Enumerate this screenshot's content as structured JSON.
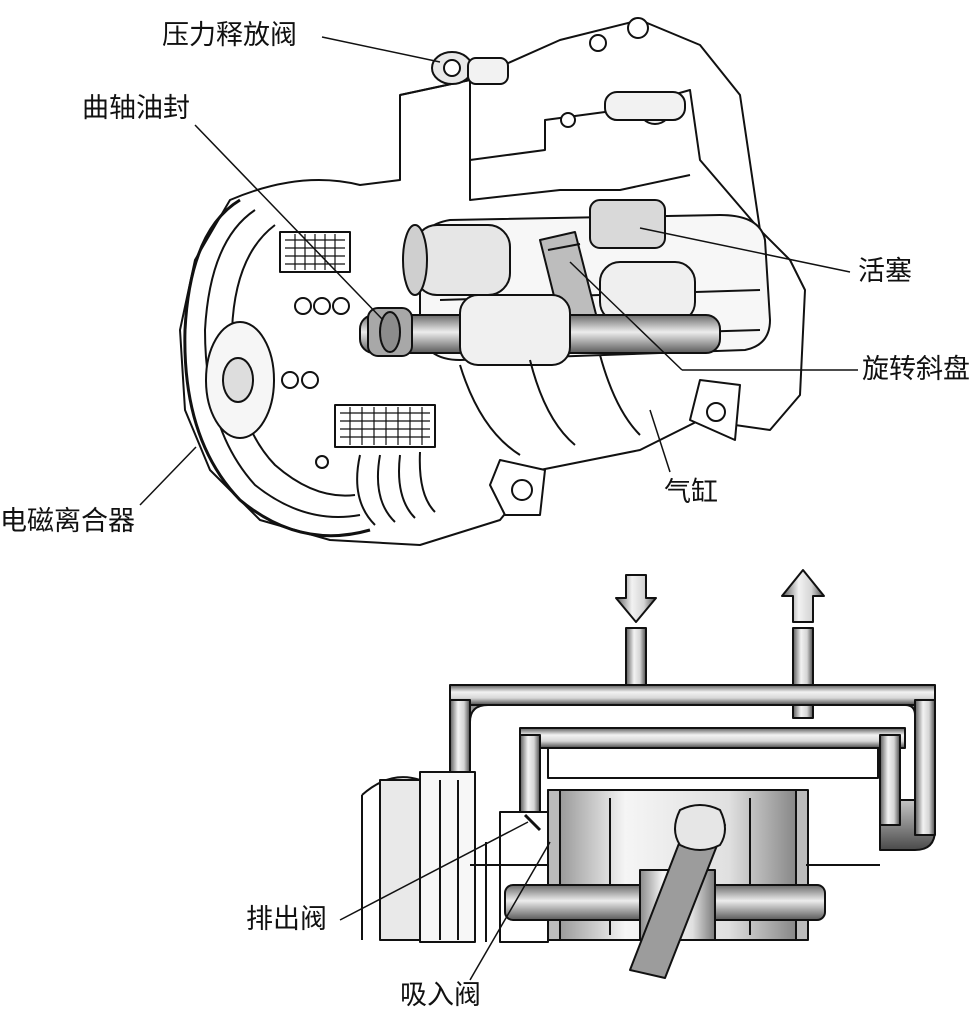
{
  "labels": {
    "pressure_relief_valve": "压力释放阀",
    "crankshaft_oil_seal": "曲轴油封",
    "piston": "活塞",
    "rotating_swashplate": "旋转斜盘",
    "cylinder": "气缸",
    "electromagnetic_clutch": "电磁离合器",
    "discharge_valve": "排出阀",
    "suction_valve": "吸入阀"
  }
}
